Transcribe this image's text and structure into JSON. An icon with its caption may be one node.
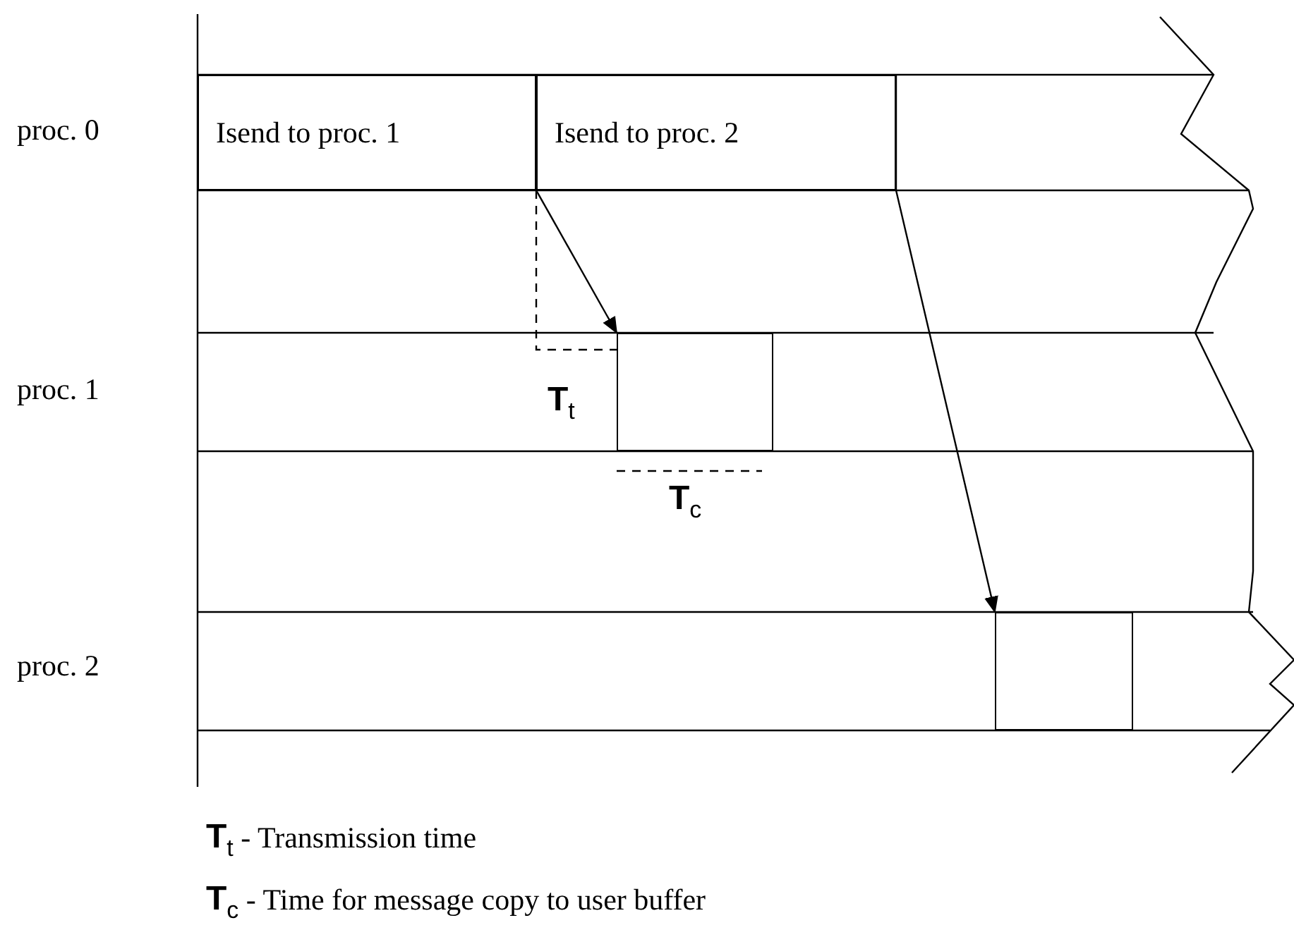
{
  "diagram": {
    "nodes": [
      {
        "text": [
          "Isend to proc. 1"
        ]
      },
      {
        "text": [
          "Isend to proc. 2"
        ]
      },
      {
        "text": [],
        "shape": "box"
      },
      {
        "text": [],
        "shape": "box"
      }
    ],
    "edges": [
      {
        "from": 0,
        "to": 2,
        "arrow": "to"
      },
      {
        "from": 1,
        "to": 3,
        "arrow": "to"
      }
    ],
    "labels": [
      "proc. 0",
      "proc. 1",
      "**T**$_{t}$",
      "**T**$_{c}$",
      "proc. 2",
      "**T**$_{t}$ - Transmission time",
      "**T**$_{c}$ - Time for message copy to user buffer"
    ]
  }
}
